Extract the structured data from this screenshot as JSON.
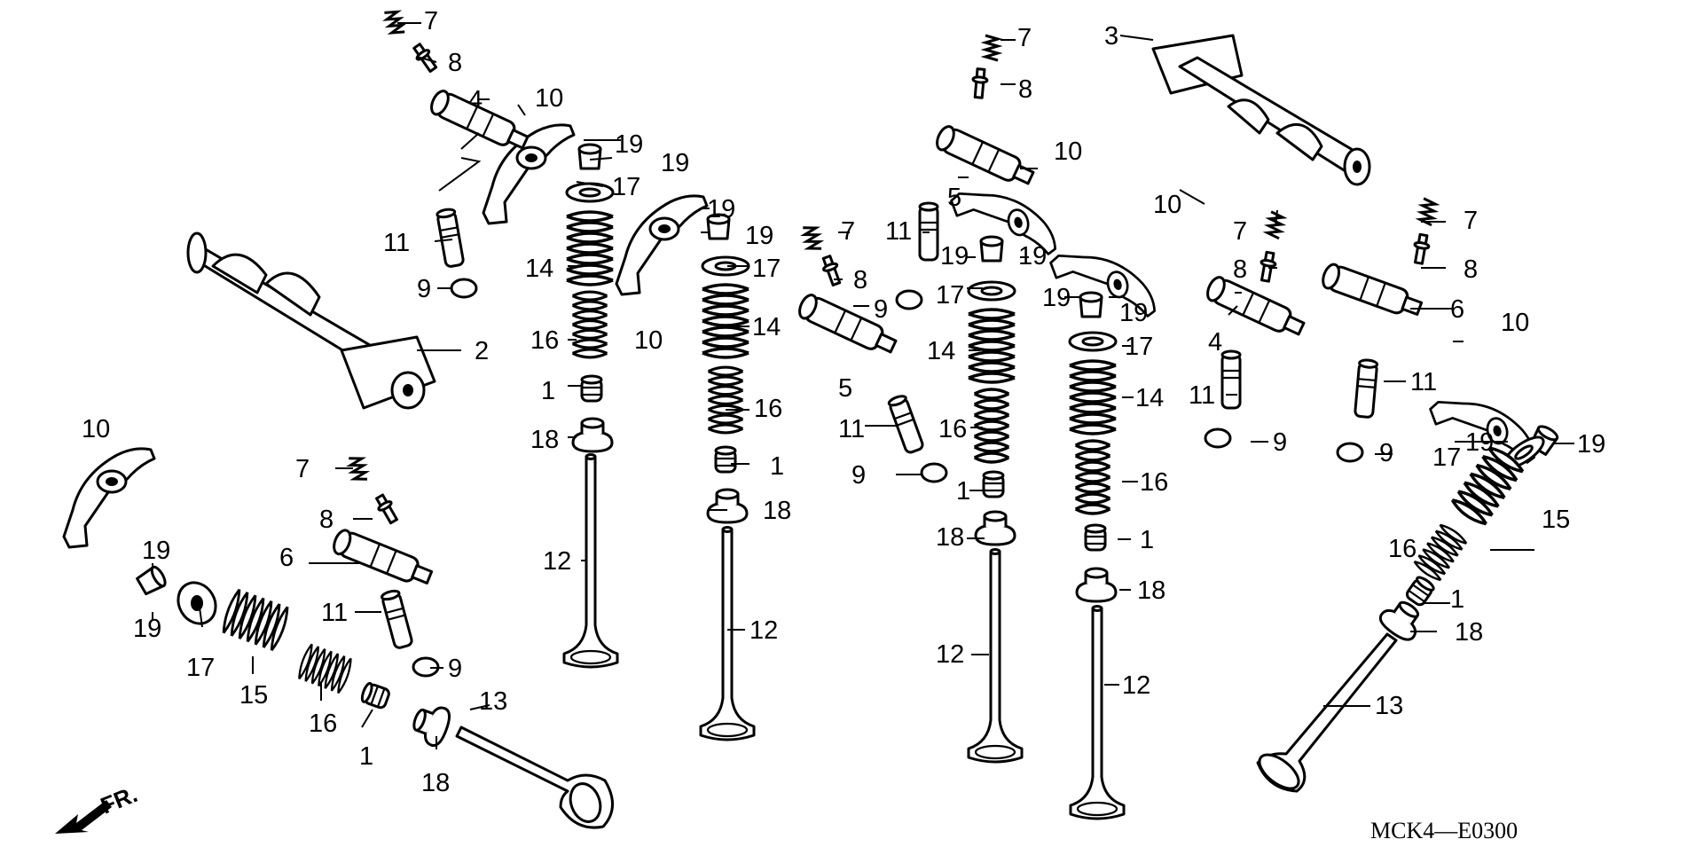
{
  "diagram": {
    "code": "MCK4—E0300",
    "front_mark": "FR.",
    "callouts": [
      "1",
      "2",
      "3",
      "4",
      "5",
      "6",
      "7",
      "8",
      "9",
      "10",
      "11",
      "12",
      "13",
      "14",
      "15",
      "16",
      "17",
      "18",
      "19"
    ]
  }
}
